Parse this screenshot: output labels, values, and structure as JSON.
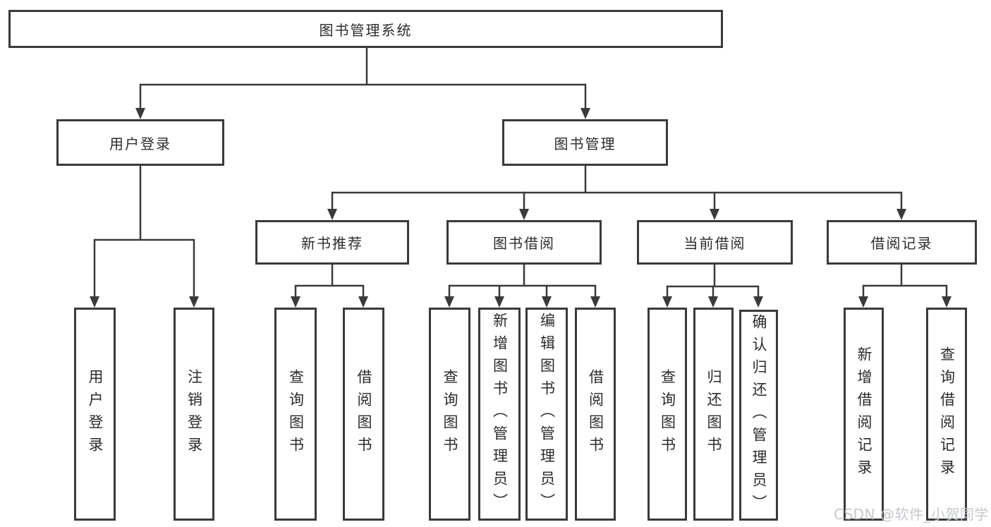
{
  "diagram": {
    "type": "hierarchy",
    "title": "图书管理系统",
    "nodes": [
      {
        "id": "root",
        "label": "图书管理系统"
      },
      {
        "id": "user-login",
        "label": "用户登录"
      },
      {
        "id": "book-mgmt",
        "label": "图书管理"
      },
      {
        "id": "new-book-rec",
        "label": "新书推荐"
      },
      {
        "id": "book-borrow",
        "label": "图书借阅"
      },
      {
        "id": "current-borrow",
        "label": "当前借阅"
      },
      {
        "id": "borrow-record",
        "label": "借阅记录"
      },
      {
        "id": "leaf-user-login",
        "label": "用户登录"
      },
      {
        "id": "leaf-logout",
        "label": "注销登录"
      },
      {
        "id": "leaf-rec-query-book",
        "label": "查询图书"
      },
      {
        "id": "leaf-rec-borrow-book",
        "label": "借阅图书"
      },
      {
        "id": "leaf-bor-query-book",
        "label": "查询图书"
      },
      {
        "id": "leaf-bor-add-book",
        "label": "新增图书（管理员）"
      },
      {
        "id": "leaf-bor-edit-book",
        "label": "编辑图书（管理员）"
      },
      {
        "id": "leaf-bor-borrow-book",
        "label": "借阅图书"
      },
      {
        "id": "leaf-cur-query-book",
        "label": "查询图书"
      },
      {
        "id": "leaf-cur-return-book",
        "label": "归还图书"
      },
      {
        "id": "leaf-cur-confirm-return",
        "label": "确认归还（管理员）"
      },
      {
        "id": "leaf-hist-add-record",
        "label": "新增借阅记录"
      },
      {
        "id": "leaf-hist-query-record",
        "label": "查询借阅记录"
      }
    ],
    "hierarchy": {
      "图书管理系统": {
        "用户登录": [
          "用户登录",
          "注销登录"
        ],
        "图书管理": {
          "新书推荐": [
            "查询图书",
            "借阅图书"
          ],
          "图书借阅": [
            "查询图书",
            "新增图书（管理员）",
            "编辑图书（管理员）",
            "借阅图书"
          ],
          "当前借阅": [
            "查询图书",
            "归还图书",
            "确认归还（管理员）"
          ],
          "借阅记录": [
            "新增借阅记录",
            "查询借阅记录"
          ]
        }
      }
    }
  },
  "watermark": {
    "text": "CSDN @软件_小贺同学",
    "color": "#c5c9cc"
  },
  "colors": {
    "background": "#ffffff",
    "box_border": "#3a3a3a",
    "line": "#3a3a3a",
    "text": "#2b2b2b"
  }
}
